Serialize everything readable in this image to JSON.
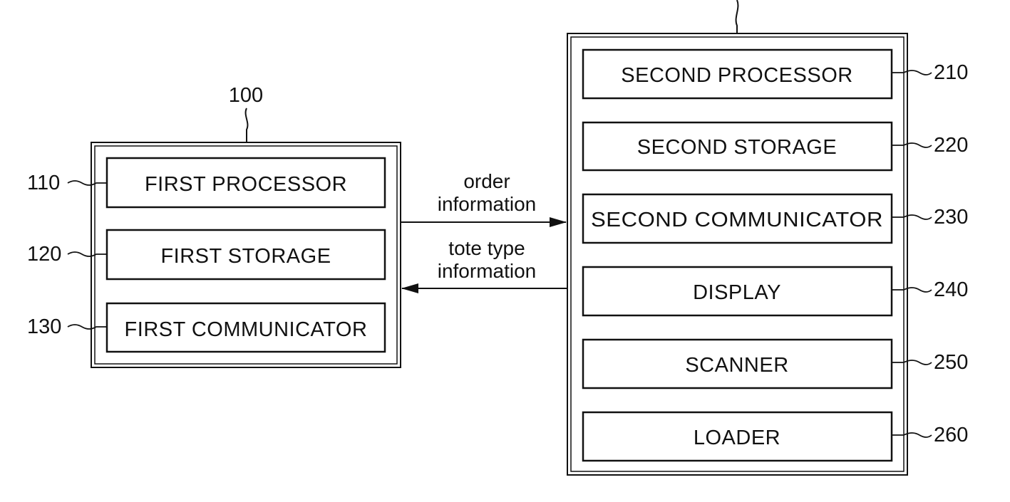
{
  "diagram": {
    "first_device": {
      "ref": "100",
      "components": [
        {
          "ref": "110",
          "label": "FIRST PROCESSOR"
        },
        {
          "ref": "120",
          "label": "FIRST STORAGE"
        },
        {
          "ref": "130",
          "label": "FIRST COMMUNICATOR"
        }
      ]
    },
    "second_device": {
      "components": [
        {
          "ref": "210",
          "label": "SECOND PROCESSOR"
        },
        {
          "ref": "220",
          "label": "SECOND STORAGE"
        },
        {
          "ref": "230",
          "label": "SECOND COMMUNICATOR"
        },
        {
          "ref": "240",
          "label": "DISPLAY"
        },
        {
          "ref": "250",
          "label": "SCANNER"
        },
        {
          "ref": "260",
          "label": "LOADER"
        }
      ]
    },
    "flows": [
      {
        "direction": "first-to-second",
        "label_line1": "order",
        "label_line2": "information"
      },
      {
        "direction": "second-to-first",
        "label_line1": "tote type",
        "label_line2": "information"
      }
    ]
  }
}
